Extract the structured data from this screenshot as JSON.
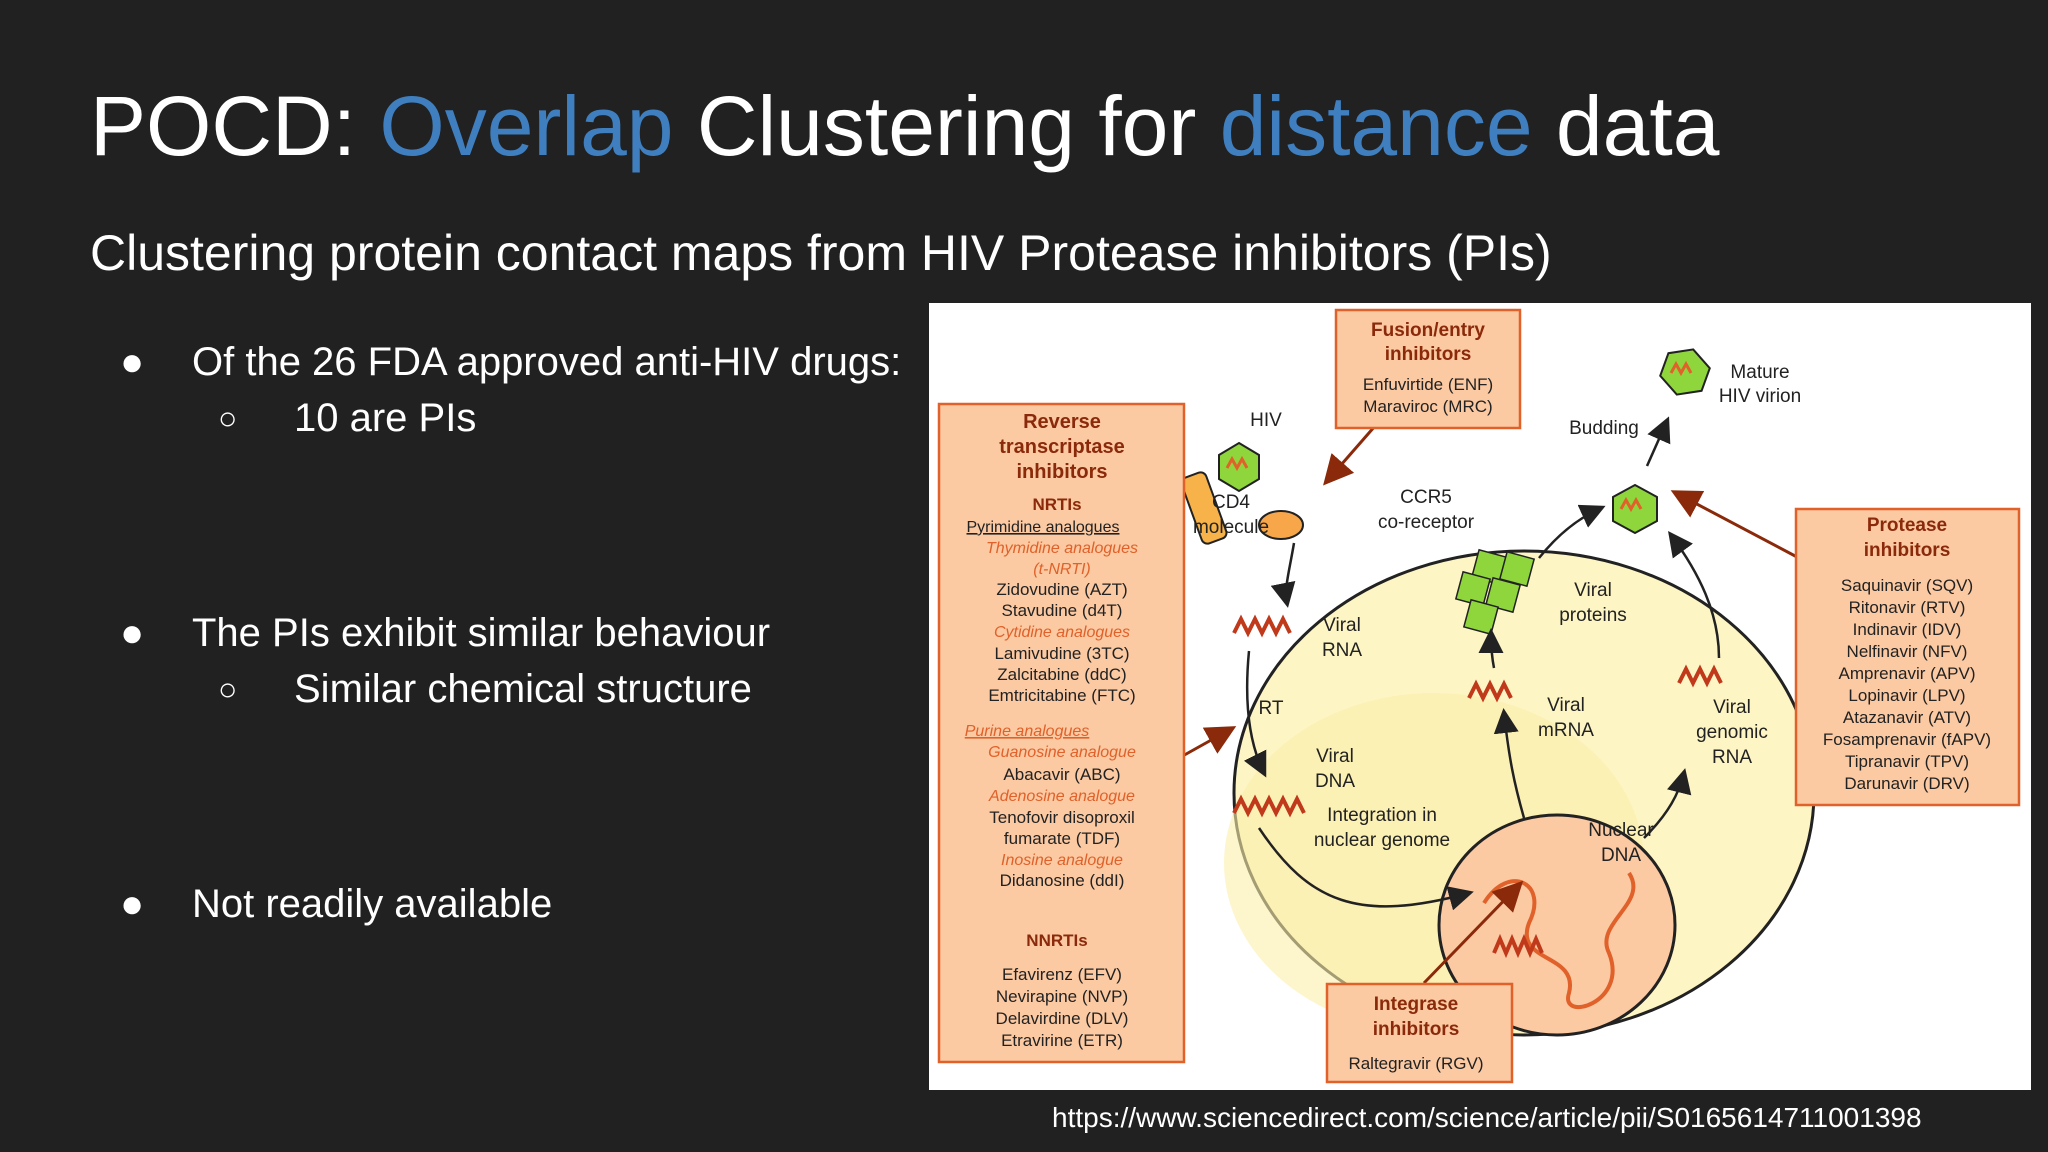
{
  "slide": {
    "title": {
      "part1": "POCD: ",
      "part2": "Overlap",
      "part3": " Clustering for ",
      "part4": "distance",
      "part5": " data"
    },
    "subtitle": "Clustering protein contact maps from HIV Protease inhibitors (PIs)",
    "bullets": [
      {
        "text": "Of the 26 FDA approved anti-HIV drugs:",
        "sub": "10 are PIs"
      },
      {
        "text": "The PIs exhibit similar behaviour",
        "sub": "Similar chemical structure"
      },
      {
        "text": "Not readily available"
      }
    ],
    "bullet_mark": "●",
    "sub_mark": "○",
    "source_url": "https://www.sciencedirect.com/science/article/pii/S0165614711001398"
  },
  "colors": {
    "background": "#212121",
    "accent": "#3f7fbf",
    "box_fill": "#fbc9a2",
    "box_stroke": "#e0612a",
    "cell_fill": "#fdf5c4",
    "virion_green": "#8fd63c"
  },
  "diagram": {
    "fusion": {
      "title1": "Fusion/entry",
      "title2": "inhibitors",
      "items": [
        "Enfuvirtide (ENF)",
        "Maraviroc (MRC)"
      ]
    },
    "rt": {
      "title": [
        "Reverse",
        "transcriptase",
        "inhibitors"
      ],
      "nrtis": "NRTIs",
      "pyr": "Pyrimidine analogues",
      "thy1": "Thymidine analogues",
      "thy2": "(t-NRTI)",
      "azt": "Zidovudine (AZT)",
      "d4t": "Stavudine (d4T)",
      "cyt": "Cytidine analogues",
      "tc3": "Lamivudine (3TC)",
      "ddc": "Zalcitabine (ddC)",
      "ftc": "Emtricitabine (FTC)",
      "pur": "Purine analogues",
      "gua": "Guanosine analogue",
      "abc": "Abacavir (ABC)",
      "ade": "Adenosine analogue",
      "tdf1": "Tenofovir disoproxil",
      "tdf2": "fumarate (TDF)",
      "ino": "Inosine analogue",
      "ddi": "Didanosine (ddI)",
      "nnrtis": "NNRTIs",
      "efv": "Efavirenz (EFV)",
      "nvp": "Nevirapine (NVP)",
      "dlv": "Delavirdine (DLV)",
      "etr": "Etravirine (ETR)"
    },
    "protease": {
      "title1": "Protease",
      "title2": "inhibitors",
      "items": [
        "Saquinavir (SQV)",
        "Ritonavir (RTV)",
        "Indinavir (IDV)",
        "Nelfinavir (NFV)",
        "Amprenavir (APV)",
        "Lopinavir (LPV)",
        "Atazanavir (ATV)",
        "Fosamprenavir (fAPV)",
        "Tipranavir (TPV)",
        "Darunavir (DRV)"
      ]
    },
    "integrase": {
      "title1": "Integrase",
      "title2": "inhibitors",
      "item": "Raltegravir (RGV)"
    },
    "labels": {
      "hiv": "HIV",
      "cd4a": "CD4",
      "cd4b": "molecule",
      "ccr5a": "CCR5",
      "ccr5b": "co-receptor",
      "budding": "Budding",
      "mature1": "Mature",
      "mature2": "HIV virion",
      "vrna1": "Viral",
      "vrna2": "RNA",
      "rt": "RT",
      "vdna1": "Viral",
      "vdna2": "DNA",
      "vprot1": "Viral",
      "vprot2": "proteins",
      "vmrna1": "Viral",
      "vmrna2": "mRNA",
      "vgen1": "Viral",
      "vgen2": "genomic",
      "vgen3": "RNA",
      "integ1": "Integration in",
      "integ2": "nuclear genome",
      "ndna1": "Nuclear",
      "ndna2": "DNA"
    }
  }
}
